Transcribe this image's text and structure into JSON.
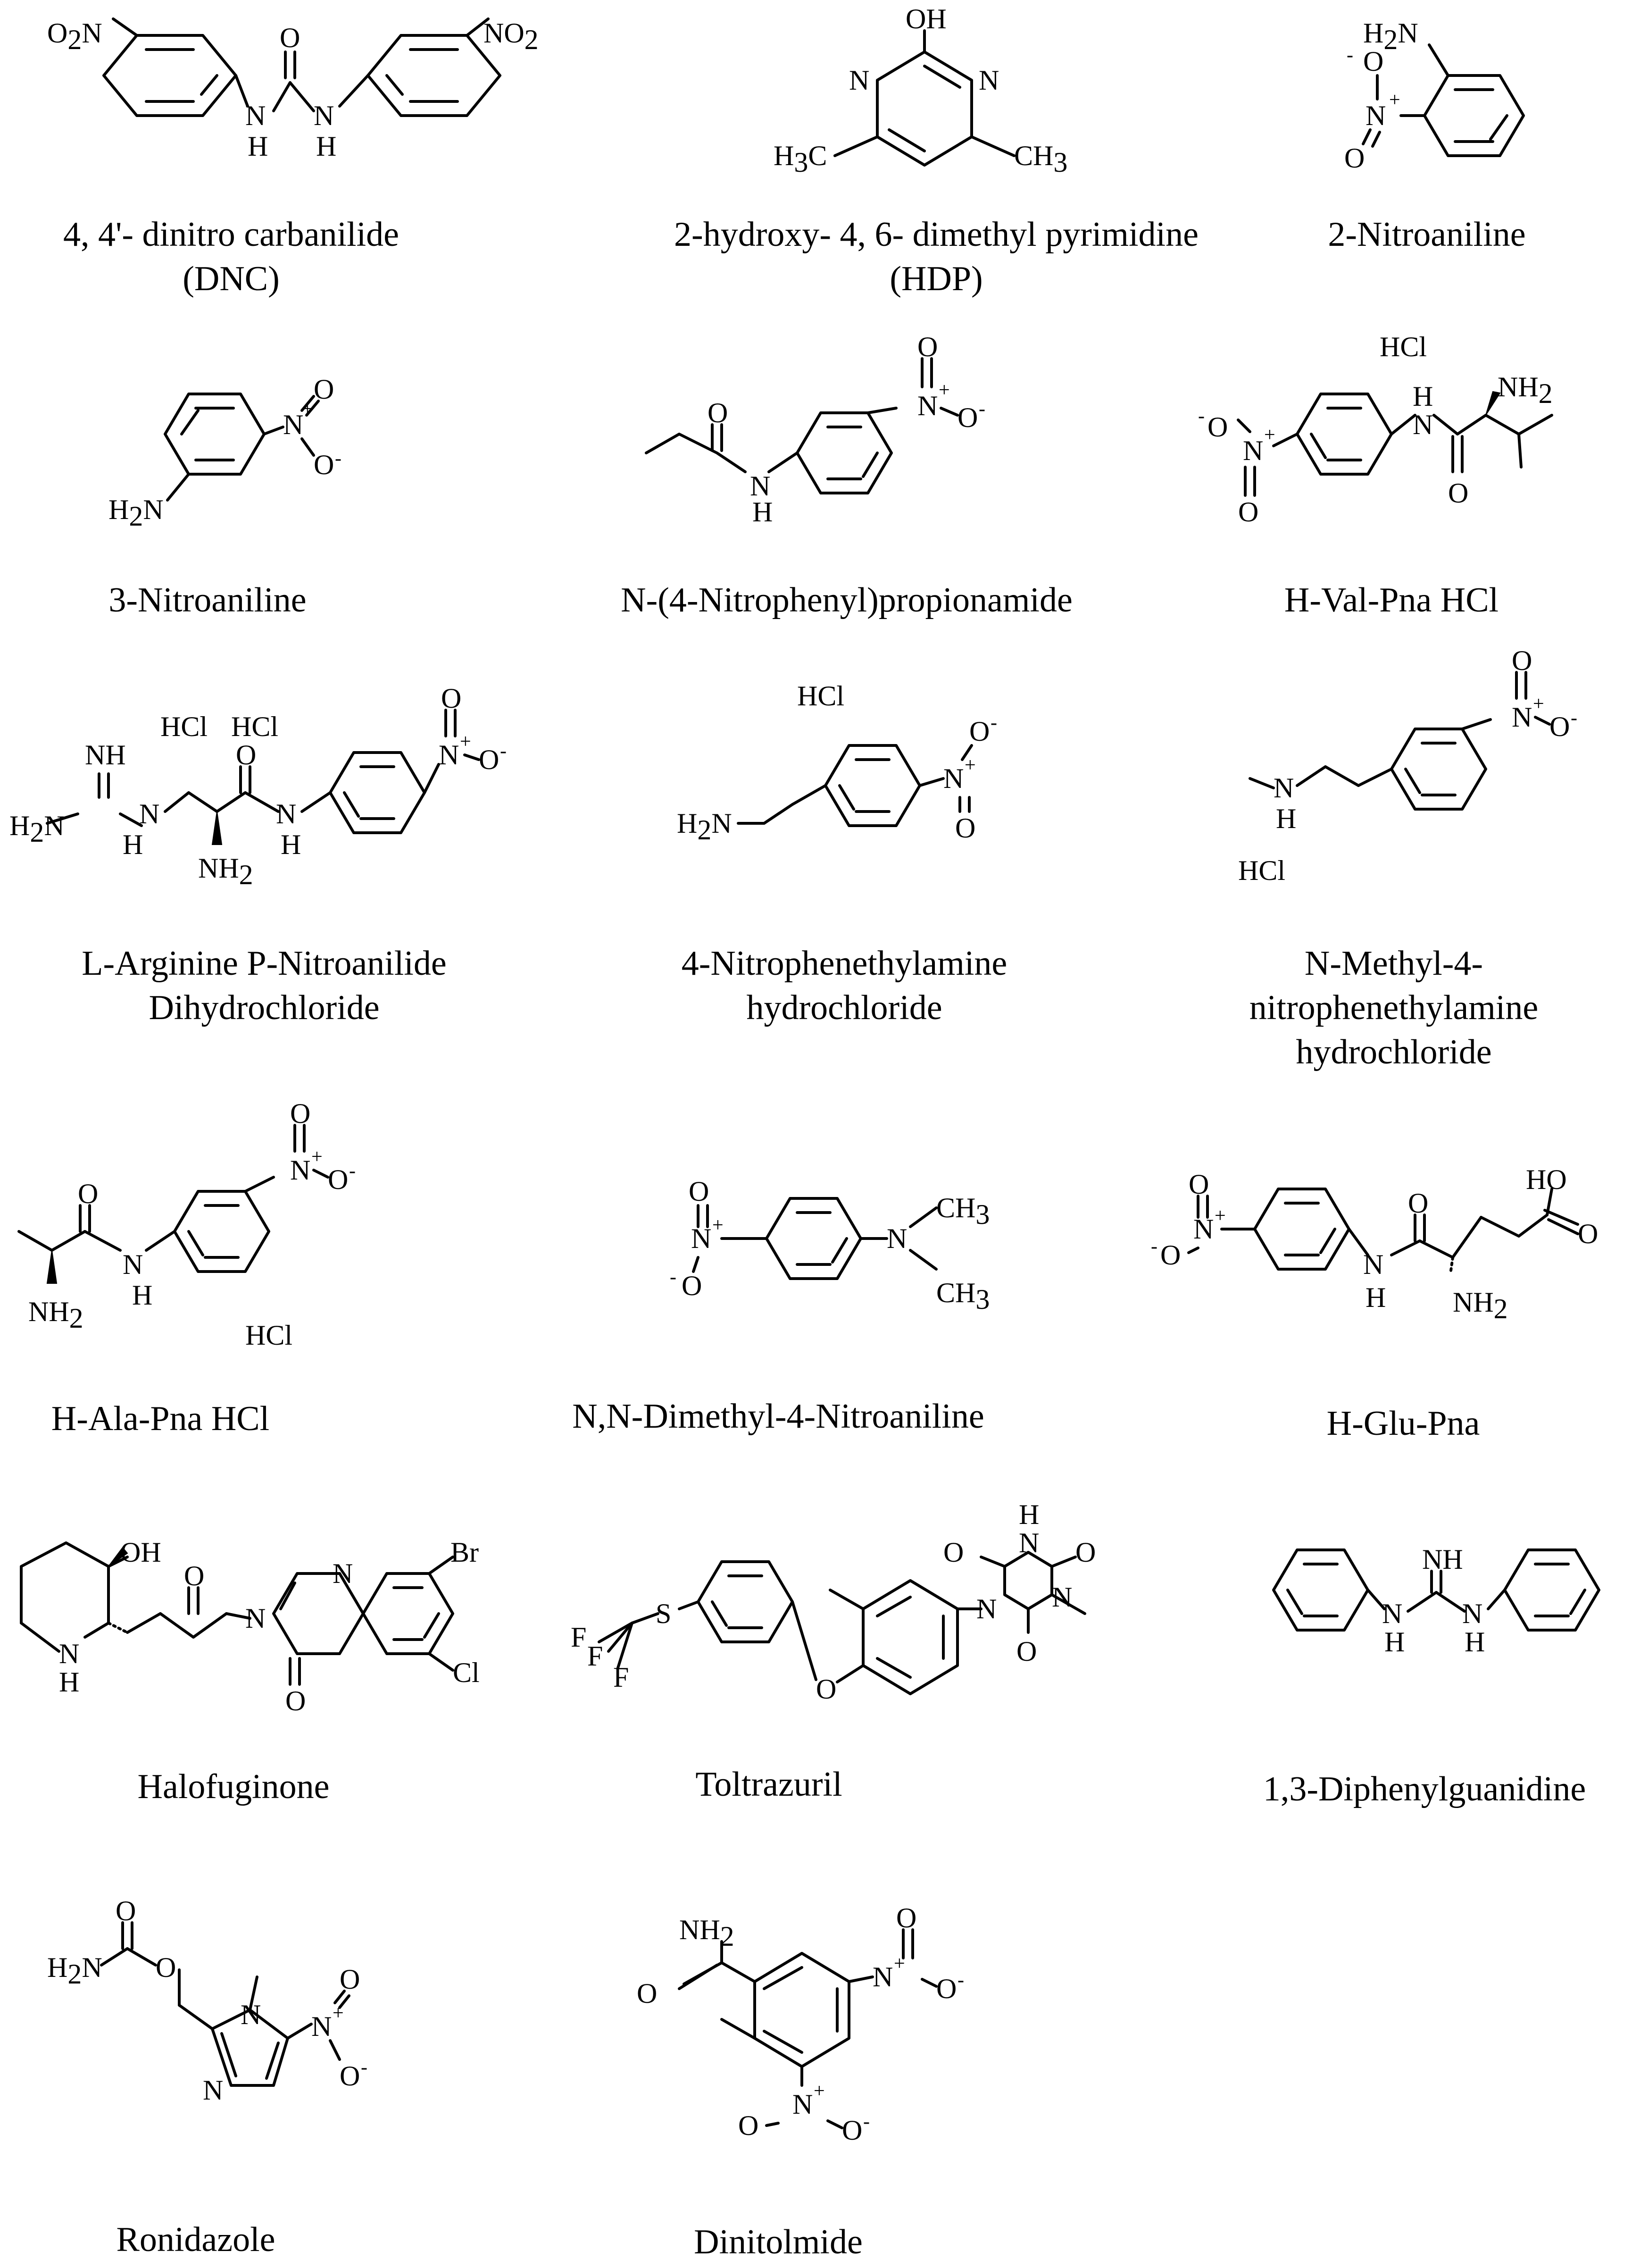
{
  "compounds": [
    {
      "id": "dnc",
      "name_lines": [
        "4, 4'- dinitro carbanilide",
        "(DNC)"
      ]
    },
    {
      "id": "hdp",
      "name_lines": [
        "2-hydroxy- 4, 6- dimethyl pyrimidine",
        "(HDP)"
      ]
    },
    {
      "id": "nitro2",
      "name_lines": [
        "2-Nitroaniline"
      ]
    },
    {
      "id": "nitro3",
      "name_lines": [
        "3-Nitroaniline"
      ]
    },
    {
      "id": "npp",
      "name_lines": [
        "N-(4-Nitrophenyl)propionamide"
      ]
    },
    {
      "id": "valpna",
      "name_lines": [
        "H-Val-Pna HCl"
      ]
    },
    {
      "id": "argpna",
      "name_lines": [
        "L-Arginine P-Nitroanilide",
        "Dihydrochloride"
      ]
    },
    {
      "id": "npea",
      "name_lines": [
        "4-Nitrophenethylamine",
        "hydrochloride"
      ]
    },
    {
      "id": "mnpea",
      "name_lines": [
        "N-Methyl-4-",
        "nitrophenethylamine",
        "hydrochloride"
      ]
    },
    {
      "id": "alapna",
      "name_lines": [
        "H-Ala-Pna HCl"
      ]
    },
    {
      "id": "dmna",
      "name_lines": [
        "N,N-Dimethyl-4-Nitroaniline"
      ]
    },
    {
      "id": "glupna",
      "name_lines": [
        "H-Glu-Pna"
      ]
    },
    {
      "id": "halo",
      "name_lines": [
        "Halofuginone"
      ]
    },
    {
      "id": "toltra",
      "name_lines": [
        "Toltrazuril"
      ]
    },
    {
      "id": "dpg",
      "name_lines": [
        "1,3-Diphenylguanidine"
      ]
    },
    {
      "id": "roni",
      "name_lines": [
        "Ronidazole"
      ]
    },
    {
      "id": "dinit",
      "name_lines": [
        "Dinitolmide"
      ]
    }
  ],
  "atom_labels": {
    "o2n": "O",
    "no2": "NO",
    "sub2": "2",
    "o": "O",
    "n": "N",
    "h": "H",
    "oh": "OH",
    "ho": "HO",
    "h2n": "H",
    "nh2": "NH",
    "nh": "NH",
    "c": "C",
    "ch3": "CH",
    "sub3": "3",
    "hcl": "HCl",
    "br": "Br",
    "cl": "Cl",
    "s": "S",
    "f": "F",
    "plus": "+",
    "minus": "-"
  }
}
